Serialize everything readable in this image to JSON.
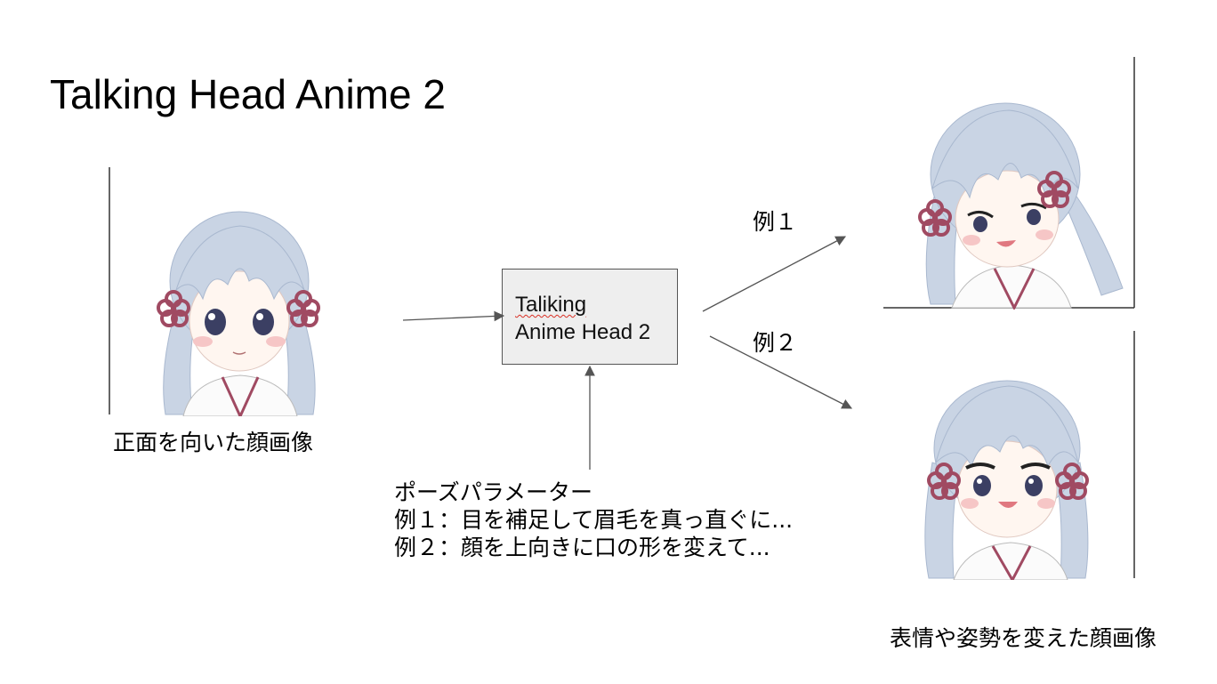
{
  "title": "Talking Head Anime 2",
  "input_caption": "正面を向いた顔画像",
  "model_box": {
    "line1": "Taliking",
    "line2": "Anime Head 2"
  },
  "pose_params": {
    "heading": "ポーズパラメーター",
    "example1": "例１：目を補足して眉毛を真っ直ぐに...",
    "example2": "例２：顔を上向きに口の形を変えて..."
  },
  "examples": {
    "label1": "例１",
    "label2": "例２"
  },
  "output_caption": "表情や姿勢を変えた顔画像",
  "colors": {
    "hair": "#c9d4e4",
    "hair_shade": "#a9b8cf",
    "flower": "#a04a62",
    "box_fill": "#eeeeee",
    "arrow": "#555555"
  }
}
